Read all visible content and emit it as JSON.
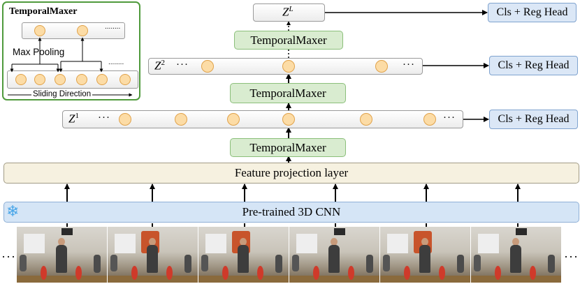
{
  "inset": {
    "title": "TemporalMaxer",
    "max_pooling_label": "Max Pooling",
    "sliding_label": "Sliding Direction",
    "dots_top": "........",
    "dots_bottom": "........"
  },
  "levels": {
    "zL": {
      "base": "Z",
      "sup": "L"
    },
    "z2": {
      "base": "Z",
      "sup": "2",
      "ellipsis_left": "···",
      "ellipsis_right": "···"
    },
    "z1": {
      "base": "Z",
      "sup": "1",
      "ellipsis_left": "···",
      "ellipsis_right": "···"
    }
  },
  "temporal_maxer_top": "TemporalMaxer",
  "temporal_maxer_mid": "TemporalMaxer",
  "temporal_maxer_bottom": "TemporalMaxer",
  "heads": {
    "head_L": "Cls + Reg Head",
    "head_2": "Cls + Reg Head",
    "head_1": "Cls + Reg Head"
  },
  "feature_projection_label": "Feature projection layer",
  "cnn_label": "Pre-trained 3D CNN",
  "frames_ellipsis_left": "···",
  "frames_ellipsis_right": "···",
  "icons": {
    "frozen": "snowflake-icon"
  },
  "colors": {
    "green_fill": "#d9ecd0",
    "green_border": "#8bbf7a",
    "head_fill": "#dbe7f6",
    "node_fill": "#fcdca6",
    "node_border": "#e0a24a",
    "feature_fill": "#f6f1e0",
    "cnn_fill": "#d5e5f6",
    "inset_border": "#4f9a3c"
  }
}
